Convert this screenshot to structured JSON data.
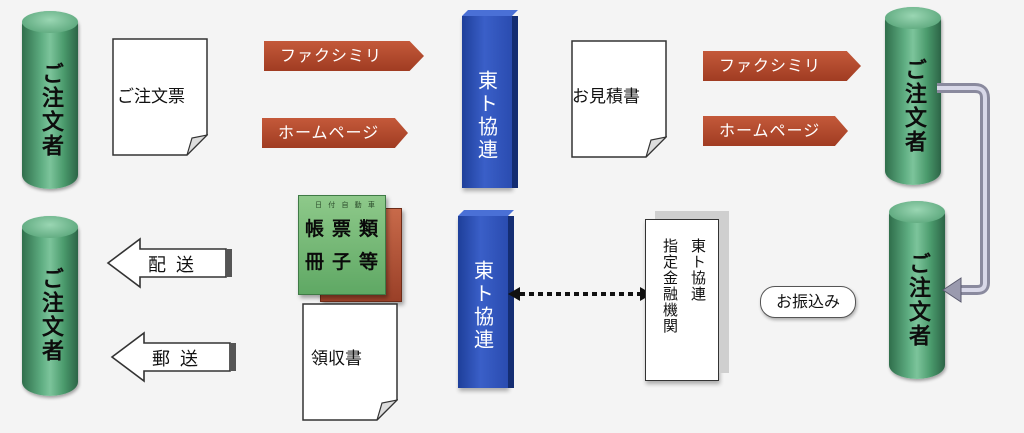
{
  "orderer_label": "ご注文者",
  "association_label": "東ト協連",
  "documents": {
    "order_form": "ご注文票",
    "estimate": "お見積書",
    "receipt": "領収書"
  },
  "channels": {
    "fax": "ファクシミリ",
    "homepage": "ホームページ"
  },
  "delivery": {
    "delivery": "配送",
    "postal": "郵送"
  },
  "books": {
    "line1": "帳票類",
    "line2": "冊子等",
    "small_text": "日 付 自 動 車"
  },
  "financial": {
    "col1": "東ト協連",
    "col2": "指定金融機関"
  },
  "payment_label": "お振込み",
  "colors": {
    "cylinder": "#5fae82",
    "blue_box": "#2a4cb0",
    "tag": "#b34a2e"
  }
}
